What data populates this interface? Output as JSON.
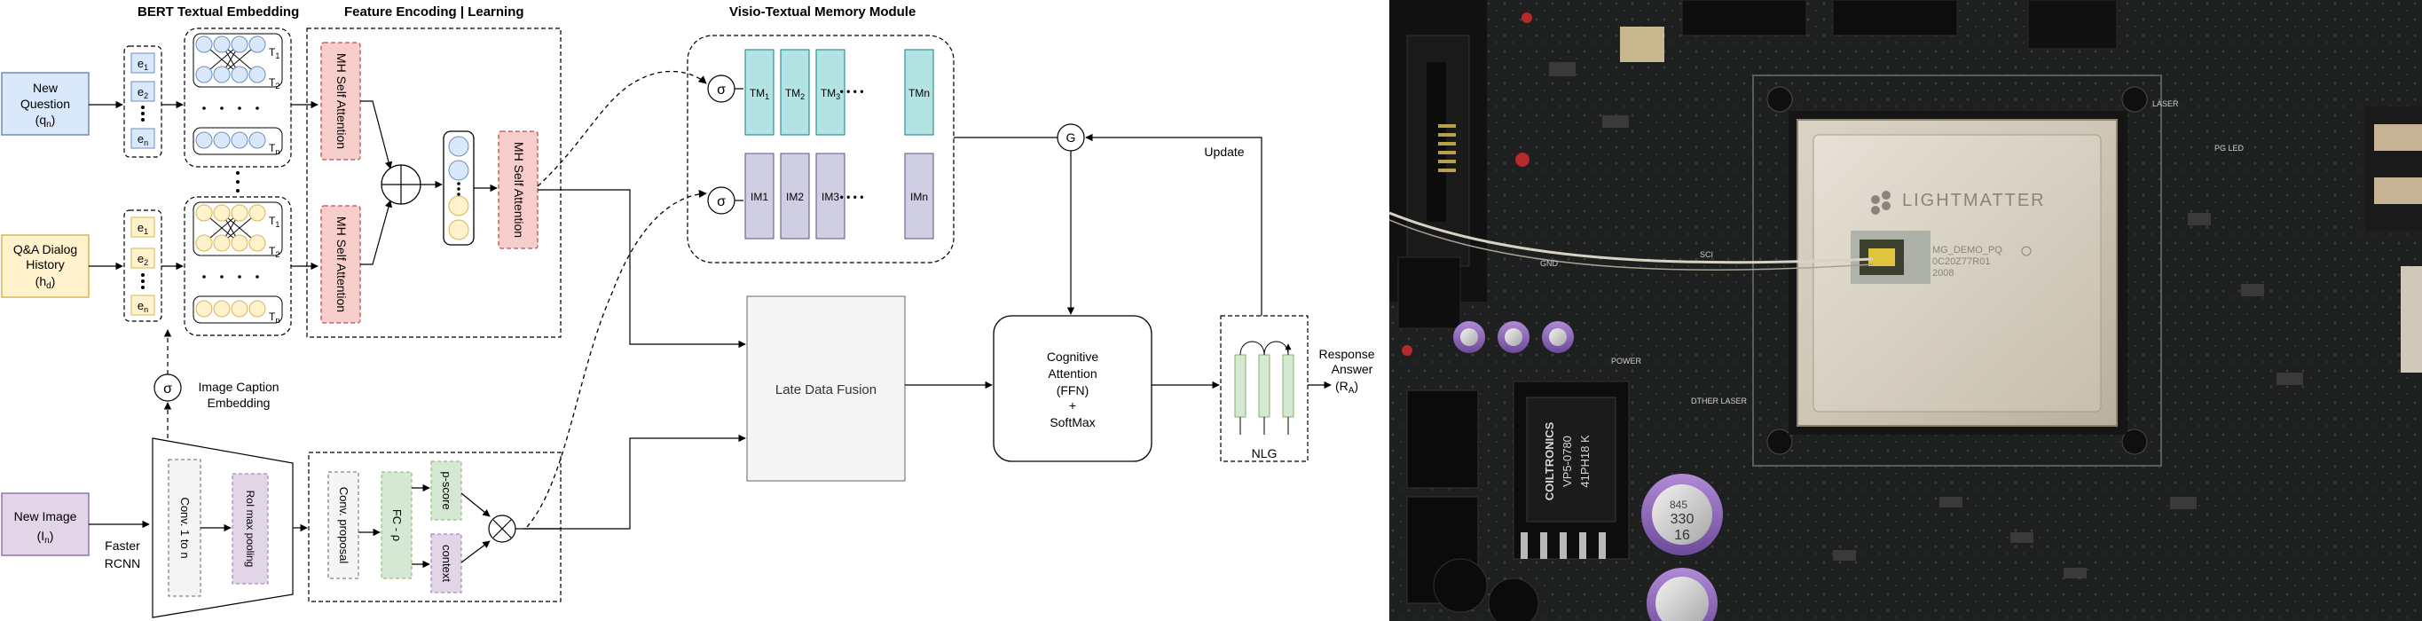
{
  "sections": {
    "bert": "BERT Textual Embedding",
    "feature": "Feature Encoding | Learning",
    "memory": "Visio-Textual Memory Module"
  },
  "inputs": {
    "question": [
      "New",
      "Question",
      "(q",
      "n",
      ")"
    ],
    "dialog": [
      "Q&A Dialog",
      "History",
      "(h",
      "d",
      ")"
    ],
    "image": [
      "New Image",
      "(I",
      "n",
      ")"
    ]
  },
  "tokens": {
    "e1": "e",
    "e2": "e",
    "en": "e",
    "sub1": "1",
    "sub2": "2",
    "subn": "n",
    "T": "T"
  },
  "blocks": {
    "mh_self_attention": "MH Self Attention",
    "conv_1n": "Conv. 1 to n",
    "roi_pool": "RoI max pooling",
    "conv_proposal": "Conv. proposal",
    "fc_rho": "FC - ρ",
    "p_score": "p-score",
    "context": "context",
    "faster_rcnn": [
      "Faster",
      "RCNN"
    ],
    "caption": [
      "Image Caption",
      "Embedding"
    ],
    "late_fusion": "Late Data Fusion",
    "cognitive": [
      "Cognitive",
      "Attention",
      "(FFN)",
      "+",
      "SoftMax"
    ],
    "nlg": "NLG",
    "update": "Update",
    "response": [
      "Response",
      "Answer",
      "(R",
      "A",
      ")"
    ]
  },
  "memory": {
    "tm_cells": [
      "TM",
      "TM",
      "TM",
      "TMn"
    ],
    "tm_subs": [
      "1",
      "2",
      "3",
      ""
    ],
    "im_cells": [
      "IM1",
      "IM2",
      "IM3",
      "IMn"
    ],
    "dots": "• • • •"
  },
  "symbols": {
    "sigma": "σ",
    "gate": "G"
  },
  "photo": {
    "brand": "LIGHTMATTER",
    "chip_line1": "MG_DEMO_PQ",
    "chip_line2": "0C20Z77R01",
    "chip_line3": "2008",
    "inductor": [
      "COILTRONICS",
      "VP5-0780",
      "41PH18 K"
    ],
    "cap": [
      "845",
      "330",
      "16"
    ],
    "labels": [
      "LASER",
      "POWER",
      "PG LED",
      "SCI",
      "GND",
      "DTHER LASER"
    ]
  },
  "colors": {
    "input_blue": "#dae8fc",
    "input_blue_border": "#6c8ebf",
    "input_yellow": "#fff2cc",
    "input_yellow_border": "#d6b656",
    "attn_red": "#f8cecc",
    "attn_red_border": "#b85450",
    "teal": "#b3e3e3",
    "teal_border": "#0e8088",
    "lav": "#d0cee2",
    "lav_border": "#56517e",
    "green": "#d5e8d4",
    "green_border": "#82b366",
    "purple": "#e1d5e7",
    "purple_border": "#9673a6",
    "fusion_fill": "#f5f5f5"
  }
}
